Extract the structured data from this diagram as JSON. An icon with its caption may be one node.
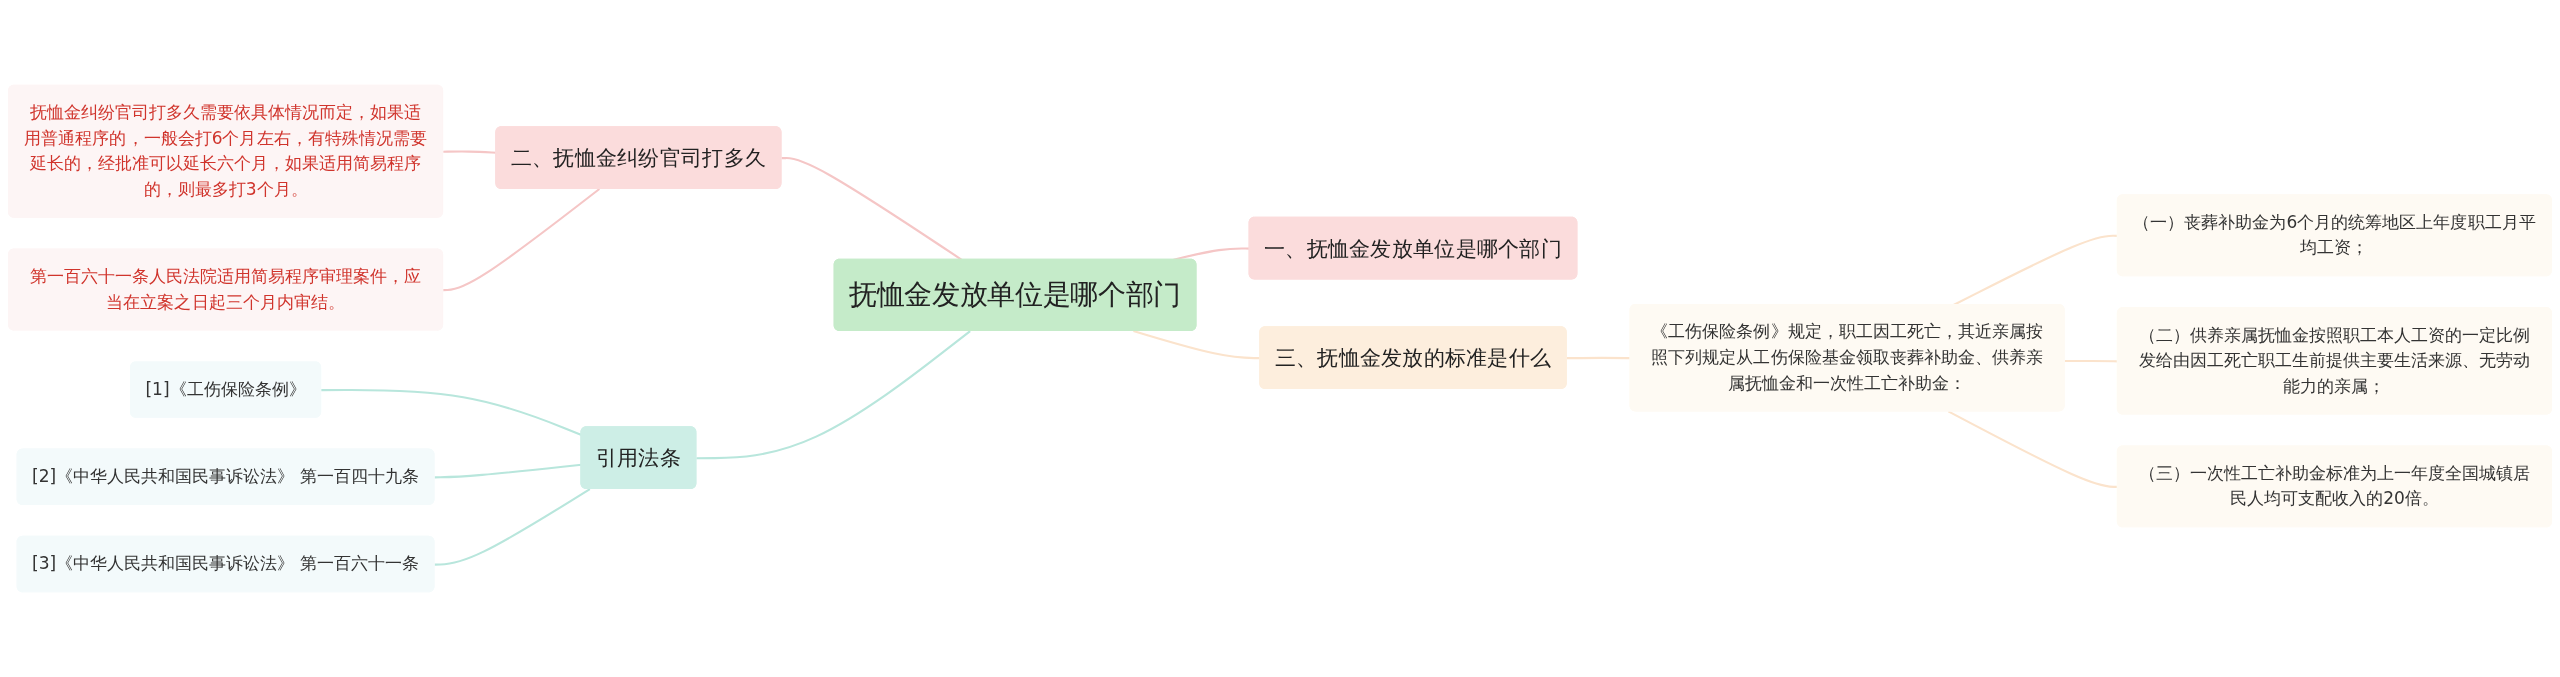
{
  "diagram": {
    "nodes": [
      {
        "text": [
          "抚恤金发放单位是哪个部门"
        ]
      },
      {
        "text": [
          "一、抚恤金发放单位是哪个部门"
        ]
      },
      {
        "text": [
          "三、抚恤金发放的标准是什么"
        ]
      },
      {
        "text": [
          "《工伤保险条例》规定，职工因工死亡，其近亲属按照下列规定从工伤保险基金领取丧葬补助金、供养亲属抚恤金和一次性工亡补助金："
        ]
      },
      {
        "text": [
          "（一）丧葬补助金为6个月的统筹地区上年度职工月平均工资；"
        ]
      },
      {
        "text": [
          "（二）供养亲属抚恤金按照职工本人工资的一定比例发给由因工死亡职工生前提供主要生活来源、无劳动能力的亲属；"
        ]
      },
      {
        "text": [
          "（三）一次性工亡补助金标准为上一年度全国城镇居民人均可支配收入的20倍。"
        ]
      },
      {
        "text": [
          "二、抚恤金纠纷官司打多久"
        ]
      },
      {
        "text": [
          "抚恤金纠纷官司打多久需要依具体情况而定，如果适用普通程序的，一般会打6个月左右，有特殊情况需要延长的，经批准可以延长六个月，如果适用简易程序的，则最多打3个月。"
        ]
      },
      {
        "text": [
          "第一百六十一条人民法院适用简易程序审理案件，应当在立案之日起三个月内审结。"
        ]
      },
      {
        "text": [
          "引用法条"
        ]
      },
      {
        "text": [
          "[1]《工伤保险条例》"
        ]
      },
      {
        "text": [
          "[2]《中华人民共和国民事诉讼法》 第一百四十九条"
        ]
      },
      {
        "text": [
          "[3]《中华人民共和国民事诉讼法》 第一百六十一条"
        ]
      }
    ],
    "edges": [
      {
        "from": 0,
        "to": 1,
        "arrow": "none",
        "color": "#f5c6c6"
      },
      {
        "from": 0,
        "to": 2,
        "arrow": "none"
      },
      {
        "from": 2,
        "to": 3,
        "arrow": "none"
      },
      {
        "from": 3,
        "to": 4,
        "arrow": "none"
      },
      {
        "from": 3,
        "to": 5,
        "arrow": "none"
      },
      {
        "from": 3,
        "to": 6,
        "arrow": "none"
      },
      {
        "from": 0,
        "to": 7,
        "arrow": "none",
        "color": "#f5c6c6"
      },
      {
        "from": 7,
        "to": 8,
        "arrow": "none",
        "color": "#f5c6c6"
      },
      {
        "from": 7,
        "to": 9,
        "arrow": "none",
        "color": "#f5c6c6"
      },
      {
        "from": 0,
        "to": 10,
        "arrow": "none",
        "color": "#b8e6dc"
      },
      {
        "from": 10,
        "to": 11,
        "arrow": "none",
        "color": "#b8e6dc"
      },
      {
        "from": 10,
        "to": 12,
        "arrow": "none",
        "color": "#b8e6dc"
      },
      {
        "from": 10,
        "to": 13,
        "arrow": "none",
        "color": "#b8e6dc"
      }
    ]
  }
}
